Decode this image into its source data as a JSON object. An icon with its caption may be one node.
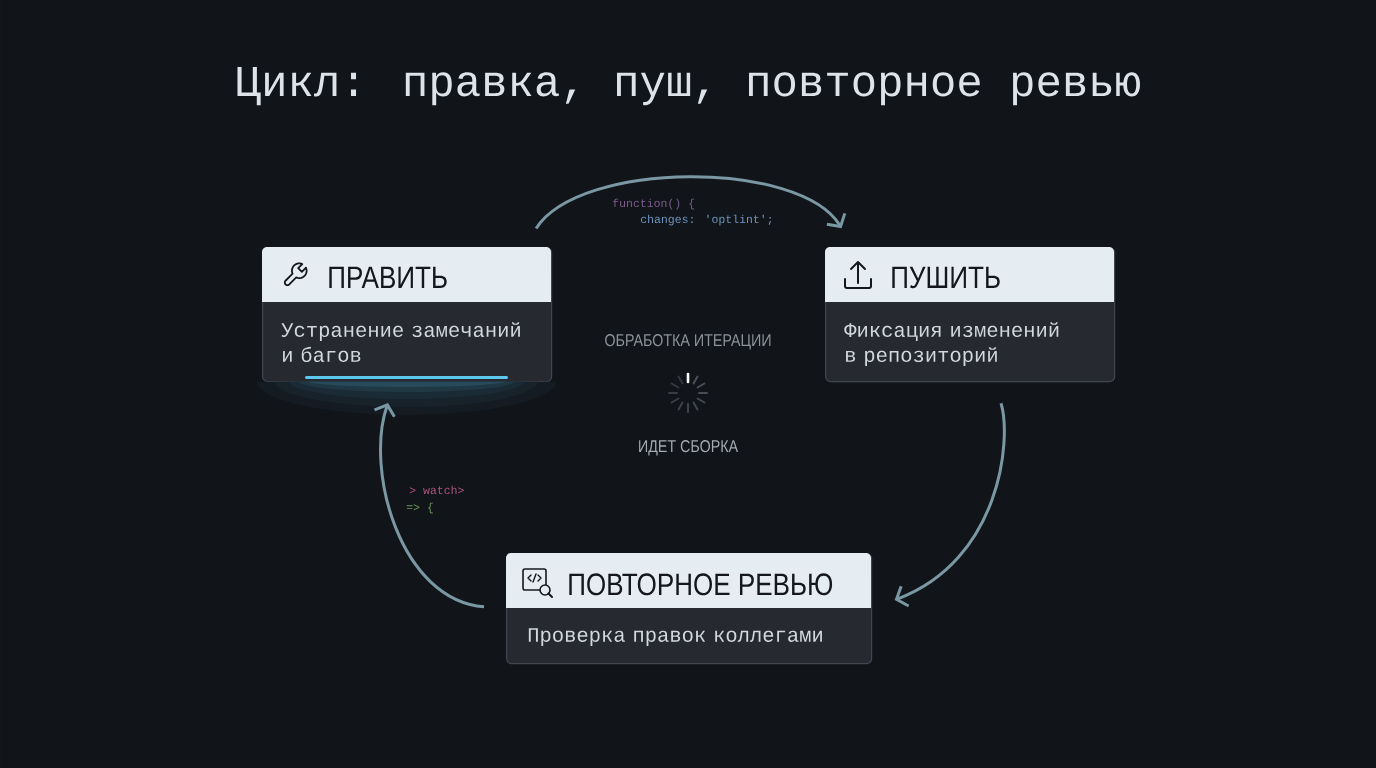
{
  "diagram": {
    "title": "Цикл: правка, пуш, повторное ревью",
    "nodes": [
      {
        "text": [
          "ПРАВИТЬ",
          "Устранение замечаний и багов"
        ]
      },
      {
        "text": [
          "ПУШИТЬ",
          "Фиксация изменений в репозиторий"
        ]
      },
      {
        "text": [
          "ПОВТОРНОЕ РЕВЬЮ",
          "Проверка правок коллегами"
        ]
      }
    ],
    "edges": [
      {
        "from": 0,
        "to": 1,
        "arrow": "to"
      },
      {
        "from": 1,
        "to": 2,
        "arrow": "to"
      },
      {
        "from": 2,
        "to": 0,
        "arrow": "to"
      }
    ],
    "labels": [
      "function() {",
      "changes: 'optlint';",
      "ОБРАБОТКА ИТЕРАЦИИ",
      "ИДЕТ СБОРКА",
      "> watch>",
      "=> {"
    ]
  }
}
